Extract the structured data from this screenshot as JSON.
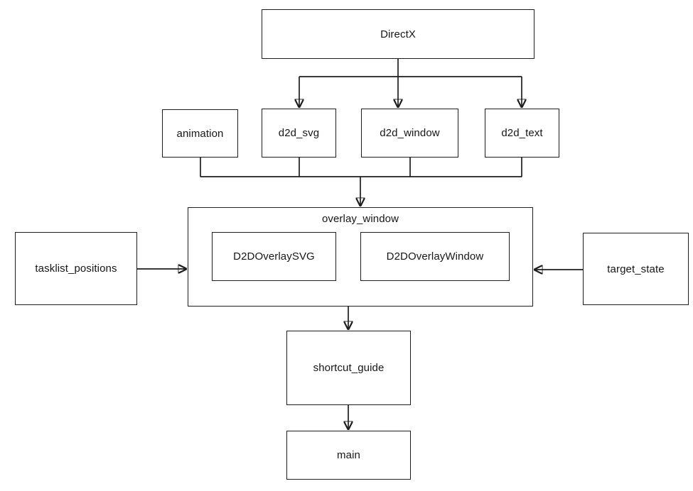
{
  "diagram": {
    "type": "dependency-flowchart",
    "background_color": "#ffffff",
    "line_color": "#1d1d1d",
    "text_color": "#161616",
    "nodes": {
      "directx": {
        "label": "DirectX"
      },
      "animation": {
        "label": "animation"
      },
      "d2d_svg": {
        "label": "d2d_svg"
      },
      "d2d_window": {
        "label": "d2d_window"
      },
      "d2d_text": {
        "label": "d2d_text"
      },
      "overlay_window": {
        "label": "overlay_window"
      },
      "d2d_overlay_svg": {
        "label": "D2DOverlaySVG"
      },
      "d2d_overlay_window": {
        "label": "D2DOverlayWindow"
      },
      "tasklist_positions": {
        "label": "tasklist_positions"
      },
      "target_state": {
        "label": "target_state"
      },
      "shortcut_guide": {
        "label": "shortcut_guide"
      },
      "main": {
        "label": "main"
      }
    },
    "edges": [
      {
        "from": "DirectX",
        "to": "d2d_svg"
      },
      {
        "from": "DirectX",
        "to": "d2d_window"
      },
      {
        "from": "DirectX",
        "to": "d2d_text"
      },
      {
        "from": "animation",
        "to": "overlay_window"
      },
      {
        "from": "d2d_svg",
        "to": "overlay_window"
      },
      {
        "from": "d2d_window",
        "to": "overlay_window"
      },
      {
        "from": "d2d_text",
        "to": "overlay_window"
      },
      {
        "from": "tasklist_positions",
        "to": "overlay_window"
      },
      {
        "from": "target_state",
        "to": "overlay_window"
      },
      {
        "from": "overlay_window",
        "to": "shortcut_guide"
      },
      {
        "from": "shortcut_guide",
        "to": "main"
      }
    ],
    "contains": [
      {
        "parent": "overlay_window",
        "children": [
          "D2DOverlaySVG",
          "D2DOverlayWindow"
        ]
      }
    ]
  }
}
